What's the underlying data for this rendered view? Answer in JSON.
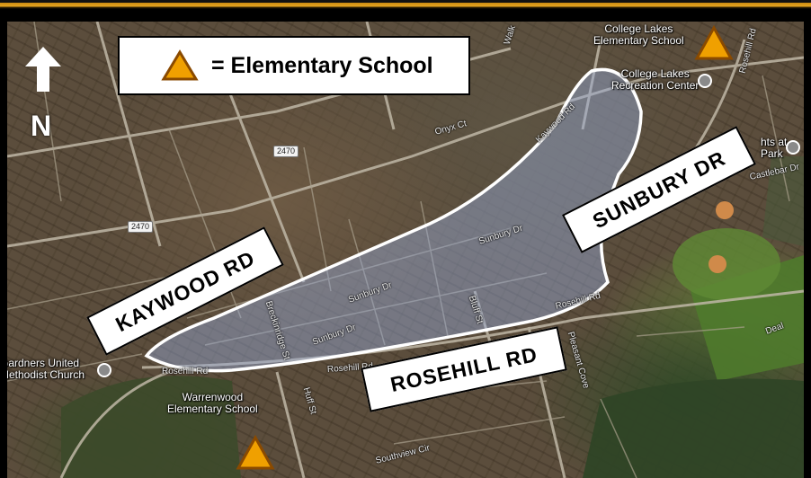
{
  "legend": {
    "label": "= Elementary School",
    "icon": "orange-triangle-icon"
  },
  "north": {
    "letter": "N",
    "icon": "north-arrow-icon"
  },
  "roads": {
    "kaywood": "KAYWOOD RD",
    "sunbury": "SUNBURY DR",
    "rosehill": "ROSEHILL RD"
  },
  "schools": {
    "college_lakes": [
      "College Lakes",
      "Elementary School"
    ],
    "warrenwood": [
      "Warrenwood",
      "Elementary School"
    ]
  },
  "places": {
    "rec_center": [
      "College Lakes",
      "Recreation Center"
    ],
    "church": [
      "Gardners United",
      "Methodist Church"
    ],
    "heights": [
      "hts at",
      "Park"
    ]
  },
  "streets": {
    "onyx": "Onyx Ct",
    "kaywood_small": "Kaywood Rd",
    "sunbury_small_1": "Sunbury Dr",
    "sunbury_small_2": "Sunbury Dr",
    "sunbury_small_3": "Sunbury Dr",
    "breckinridge": "Breckinridge St",
    "bluff": "Bluff St",
    "rosehill_small_1": "Rosehill Rd",
    "rosehill_small_2": "Rosehill Rd",
    "rosehill_right": "Rosehill Rd",
    "huff": "Huff St",
    "pleasant": "Pleasant Cove",
    "southview": "Southview Cir",
    "castlebar": "Castlebar Dr",
    "walk": "Walk",
    "deal": "Deal"
  },
  "shields": {
    "a": "2470",
    "b": "2470"
  },
  "colors": {
    "accent": "#e7a520",
    "school_marker": "#f0a000",
    "boundary": "#ffffff"
  }
}
